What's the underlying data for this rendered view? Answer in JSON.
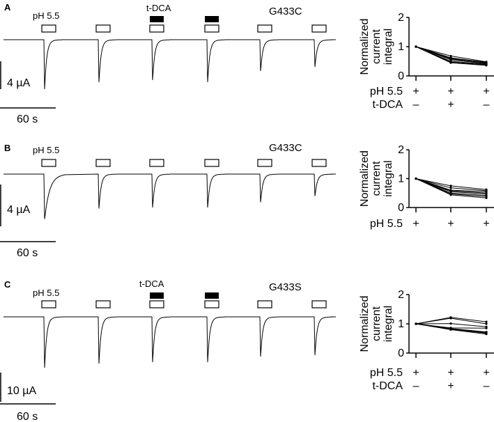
{
  "colors": {
    "ink": "#000000",
    "background": "#ffffff"
  },
  "panels": [
    {
      "label": "A",
      "mutant": "G433C",
      "ph_label": "pH 5.5",
      "drug_label": "t-DCA",
      "drug_on_applications": [
        3,
        4
      ],
      "trace_peaks_uA": [
        7.1,
        6.1,
        5.8,
        6.1,
        4.5,
        3.9
      ],
      "scale_current": "4 µA",
      "scale_time": "60 s"
    },
    {
      "label": "B",
      "mutant": "G433C",
      "ph_label": "pH 5.5",
      "drug_label": "",
      "drug_on_applications": [],
      "trace_peaks_uA": [
        4.3,
        3.3,
        3.2,
        3.2,
        2.7,
        2.1
      ],
      "scale_current": "4 µA",
      "scale_time": "60 s"
    },
    {
      "label": "C",
      "mutant": "G433S",
      "ph_label": "pH 5.5",
      "drug_label": "t-DCA",
      "drug_on_applications": [
        3,
        4
      ],
      "trace_peaks_uA": [
        17.4,
        16.0,
        15.5,
        15.5,
        13.6,
        13.1
      ],
      "scale_current": "10 µA",
      "scale_time": "60 s"
    }
  ],
  "chart_data": [
    {
      "type": "line",
      "title": "A",
      "ylabel": "Normalized current integral",
      "ylim": [
        0,
        2
      ],
      "yticks": [
        "0",
        "1",
        "2"
      ],
      "row_labels": [
        "pH 5.5",
        "t-DCA"
      ],
      "rows": [
        [
          "+",
          "+",
          "+"
        ],
        [
          "–",
          "+",
          "–"
        ]
      ],
      "series": [
        {
          "values": [
            1,
            0.68,
            0.48
          ]
        },
        {
          "values": [
            1,
            0.62,
            0.46
          ]
        },
        {
          "values": [
            1,
            0.58,
            0.44
          ]
        },
        {
          "values": [
            1,
            0.55,
            0.42
          ]
        },
        {
          "values": [
            1,
            0.5,
            0.4
          ]
        },
        {
          "values": [
            1,
            0.47,
            0.38
          ]
        },
        {
          "values": [
            1,
            0.45,
            0.36
          ]
        },
        {
          "values": [
            1,
            0.6,
            0.47
          ]
        }
      ]
    },
    {
      "type": "line",
      "title": "B",
      "ylabel": "Normalized current integral",
      "ylim": [
        0,
        2
      ],
      "yticks": [
        "0",
        "1",
        "2"
      ],
      "row_labels": [
        "pH 5.5"
      ],
      "rows": [
        [
          "+",
          "+",
          "+"
        ]
      ],
      "series": [
        {
          "values": [
            1,
            0.75,
            0.62
          ]
        },
        {
          "values": [
            1,
            0.68,
            0.58
          ]
        },
        {
          "values": [
            1,
            0.6,
            0.55
          ]
        },
        {
          "values": [
            1,
            0.58,
            0.5
          ]
        },
        {
          "values": [
            1,
            0.55,
            0.47
          ]
        },
        {
          "values": [
            1,
            0.5,
            0.42
          ]
        },
        {
          "values": [
            1,
            0.47,
            0.38
          ]
        },
        {
          "values": [
            1,
            0.44,
            0.33
          ]
        }
      ]
    },
    {
      "type": "line",
      "title": "C",
      "ylabel": "Normalized current integral",
      "ylim": [
        0,
        2
      ],
      "yticks": [
        "0",
        "1",
        "2"
      ],
      "row_labels": [
        "pH 5.5",
        "t-DCA"
      ],
      "rows": [
        [
          "+",
          "+",
          "+"
        ],
        [
          "–",
          "+",
          "–"
        ]
      ],
      "series": [
        {
          "values": [
            1,
            1.22,
            1.07
          ]
        },
        {
          "values": [
            1,
            1.19,
            1.0
          ]
        },
        {
          "values": [
            1,
            1.01,
            0.9
          ]
        },
        {
          "values": [
            1,
            0.86,
            0.85
          ]
        },
        {
          "values": [
            1,
            0.84,
            0.72
          ]
        },
        {
          "values": [
            1,
            0.82,
            0.68
          ]
        },
        {
          "values": [
            1,
            0.8,
            0.65
          ]
        },
        {
          "values": [
            1,
            0.83,
            0.7
          ]
        }
      ]
    }
  ]
}
